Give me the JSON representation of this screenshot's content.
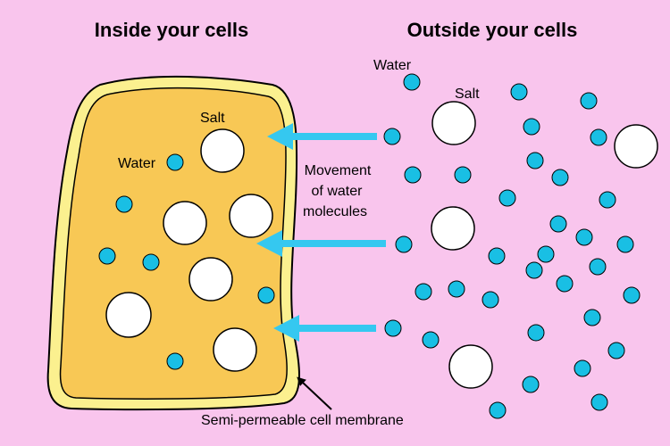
{
  "titles": {
    "inside": "Inside your cells",
    "outside": "Outside your cells"
  },
  "labels": {
    "salt_inside": "Salt",
    "water_inside": "Water",
    "water_outside": "Water",
    "salt_outside": "Salt",
    "movement_line1": "Movement",
    "movement_line2": "of water",
    "movement_line3": "molecules",
    "membrane": "Semi-permeable cell membrane"
  },
  "colors": {
    "background": "#f9c5ed",
    "membrane_outer": "#fbf08f",
    "cytoplasm": "#f8c855",
    "water_molecule": "#19bfe4",
    "salt_molecule": "#ffffff",
    "arrow": "#35c8f0",
    "outline": "#000000"
  }
}
